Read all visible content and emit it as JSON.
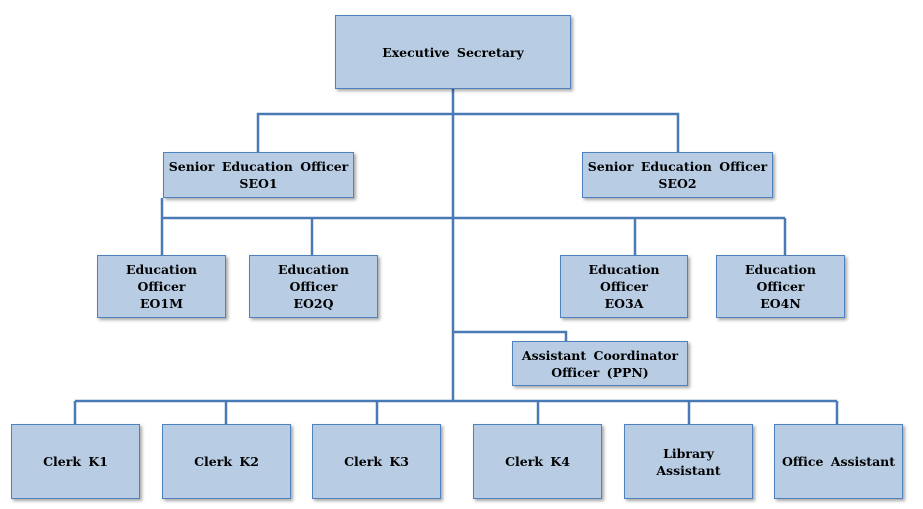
{
  "colors": {
    "box_fill": "#b8cce4",
    "box_border": "#4f81bd",
    "connector": "#4a7ab5"
  },
  "chart": {
    "executive_secretary": {
      "line1": "Executive Secretary"
    },
    "seo1": {
      "line1": "Senior Education Officer",
      "line2": "SEO1"
    },
    "seo2": {
      "line1": "Senior Education Officer",
      "line2": "SEO2"
    },
    "eo1m": {
      "line1": "Education",
      "line2": "Officer",
      "line3": "EO1M"
    },
    "eo2q": {
      "line1": "Education",
      "line2": "Officer",
      "line3": "EO2Q"
    },
    "eo3a": {
      "line1": "Education",
      "line2": "Officer",
      "line3": "EO3A"
    },
    "eo4n": {
      "line1": "Education",
      "line2": "Officer",
      "line3": "EO4N"
    },
    "assistant_coordinator": {
      "line1": "Assistant Coordinator",
      "line2": "Officer (PPN)"
    },
    "clerk_k1": {
      "line1": "Clerk K1"
    },
    "clerk_k2": {
      "line1": "Clerk K2"
    },
    "clerk_k3": {
      "line1": "Clerk K3"
    },
    "clerk_k4": {
      "line1": "Clerk K4"
    },
    "library_assistant": {
      "line1": "Library",
      "line2": "Assistant"
    },
    "office_assistant": {
      "line1": "Office Assistant"
    }
  }
}
